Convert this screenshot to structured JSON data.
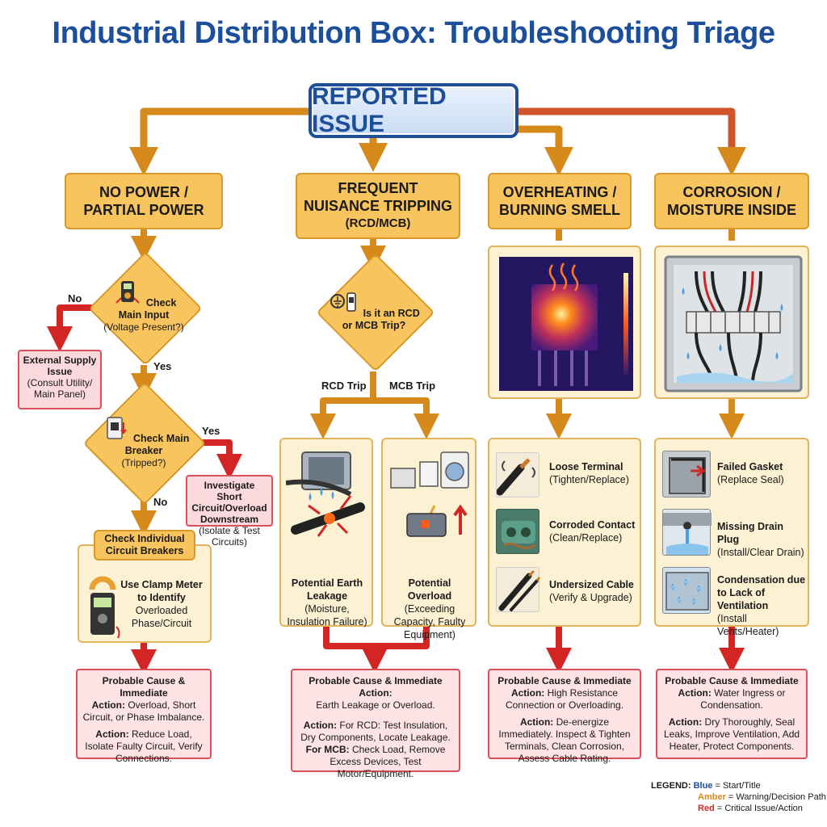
{
  "title": "Industrial Distribution Box: Troubleshooting Triage",
  "root": "REPORTED ISSUE",
  "branches": {
    "no_power": {
      "title": "NO POWER / PARTIAL POWER",
      "check_input": {
        "q": "Check Main Input",
        "detail": "(Voltage Present?)"
      },
      "no_label": "No",
      "yes_label": "Yes",
      "external": {
        "title": "External Supply Issue",
        "detail": "(Consult Utility/ Main Panel)"
      },
      "check_breaker": {
        "q": "Check Main Breaker",
        "detail": "(Tripped?)"
      },
      "yes2_label": "Yes",
      "no2_label": "No",
      "investigate": {
        "title": "Investigate Short Circuit/Overload Downstream",
        "detail": "(Isolate & Test Circuits)"
      },
      "individual": {
        "title": "Check Individual Circuit Breakers",
        "text_b": "Use Clamp Meter to Identify",
        "text": "Overloaded Phase/Circuit"
      },
      "result": {
        "head": "Probable Cause & Immediate",
        "action1_label": "Action:",
        "action1": "Overload, Short Circuit, or Phase Imbalance.",
        "action2_label": "Action:",
        "action2": "Reduce Load, Isolate Faulty Circuit, Verify Connections."
      }
    },
    "tripping": {
      "title": "FREQUENT NUISANCE TRIPPING",
      "sub": "(RCD/MCB)",
      "q": "Is it an RCD or MCB Trip?",
      "rcd_label": "RCD Trip",
      "mcb_label": "MCB Trip",
      "earth": {
        "title": "Potential Earth Leakage",
        "detail": "(Moisture, Insulation Failure)"
      },
      "overload": {
        "title": "Potential Overload",
        "detail": "(Exceeding Capacity, Faulty Equipment)"
      },
      "result": {
        "head": "Probable Cause & Immediate Action:",
        "cause": "Earth Leakage or Overload.",
        "rcd_label": "Action:",
        "rcd": "For RCD: Test Insulation, Dry Components, Locate Leakage.",
        "mcb_label": "For MCB:",
        "mcb": "Check Load, Remove Excess Devices, Test Motor/Equipment."
      }
    },
    "overheating": {
      "title": "OVERHEATING / BURNING SMELL",
      "items": [
        {
          "title": "Loose Terminal",
          "detail": "(Tighten/Replace)"
        },
        {
          "title": "Corroded Contact",
          "detail": "(Clean/Replace)"
        },
        {
          "title": "Undersized Cable",
          "detail": "(Verify & Upgrade)"
        }
      ],
      "result": {
        "head": "Probable Cause & Immediate",
        "action1_label": "Action:",
        "action1": "High Resistance Connection or Overloading.",
        "action2_label": "Action:",
        "action2": "De-energize Immediately. Inspect & Tighten Terminals, Clean Corrosion, Assess Cable Rating."
      }
    },
    "corrosion": {
      "title": "CORROSION / MOISTURE INSIDE",
      "items": [
        {
          "title": "Failed Gasket",
          "detail": "(Replace Seal)"
        },
        {
          "title": "Missing Drain Plug",
          "detail": "(Install/Clear Drain)"
        },
        {
          "title": "Condensation due to Lack of Ventilation",
          "detail": "(Install Vents/Heater)"
        }
      ],
      "result": {
        "head": "Probable Cause & Immediate",
        "action1_label": "Action:",
        "action1": "Water Ingress or Condensation.",
        "action2_label": "Action:",
        "action2": "Dry Thoroughly, Seal Leaks, Improve Ventilation, Add Heater, Protect Components."
      }
    }
  },
  "legend": {
    "label": "LEGEND:",
    "blue": "Blue",
    "blue_text": "= Start/Title",
    "amber": "Amber",
    "amber_text": "= Warning/Decision Path",
    "red": "Red",
    "red_text": "= Critical Issue/Action"
  },
  "colors": {
    "blue": "#1d4f99",
    "amber": "#d68a1c",
    "red": "#d42525"
  }
}
